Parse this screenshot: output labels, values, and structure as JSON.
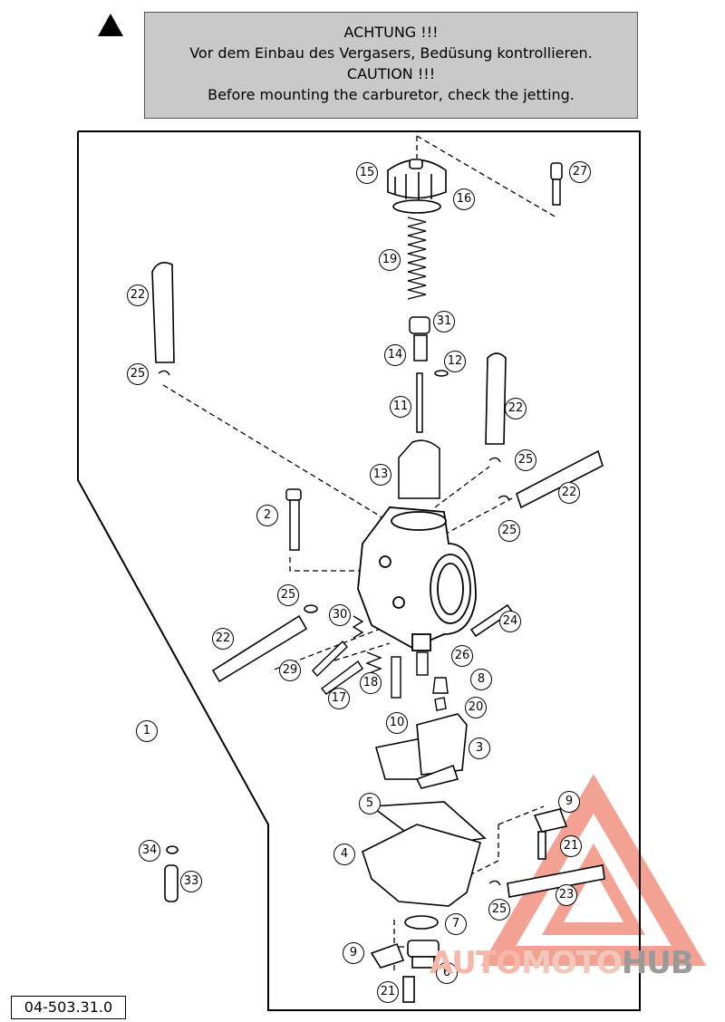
{
  "warning": {
    "line1": "ACHTUNG !!!",
    "line2": "Vor dem Einbau des Vergasers, Bedüsung kontrollieren.",
    "line3": "CAUTION !!!",
    "line4": "Before mounting the carburetor, check the jetting."
  },
  "part_number": "04-503.31.0",
  "watermark": {
    "part1": "AUTO",
    "part2": "MOTO",
    "part3": "HUB",
    "color": "#e8553a"
  },
  "callouts": [
    "15",
    "16",
    "27",
    "19",
    "22",
    "31",
    "14",
    "12",
    "25",
    "11",
    "22",
    "13",
    "25",
    "22",
    "2",
    "25",
    "25",
    "30",
    "24",
    "22",
    "29",
    "18",
    "26",
    "8",
    "17",
    "20",
    "10",
    "1",
    "3",
    "5",
    "9",
    "4",
    "21",
    "34",
    "33",
    "23",
    "7",
    "25",
    "9",
    "6",
    "21"
  ]
}
